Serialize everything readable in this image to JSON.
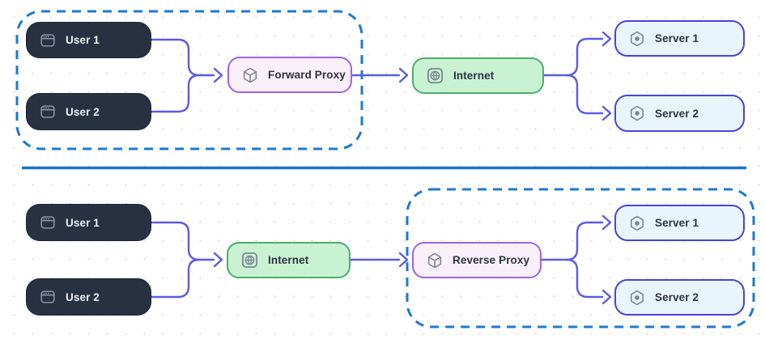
{
  "diagram": {
    "forward_proxy_flow": {
      "nodes": {
        "user1": "User 1",
        "user2": "User 2",
        "proxy": "Forward Proxy",
        "internet": "Internet",
        "server1": "Server 1",
        "server2": "Server 2"
      },
      "highlighted_group": "users-and-forward-proxy"
    },
    "reverse_proxy_flow": {
      "nodes": {
        "user1": "User 1",
        "user2": "User 2",
        "internet": "Internet",
        "proxy": "Reverse Proxy",
        "server1": "Server 1",
        "server2": "Server 2"
      },
      "highlighted_group": "reverse-proxy-and-servers"
    }
  },
  "icons": {
    "user": "browser-icon",
    "proxy": "cube-icon",
    "internet": "globe-icon",
    "server": "hexagon-server-icon"
  },
  "colors": {
    "group_outline_blue": "#1d79d2",
    "divider_blue": "#1e73c5",
    "connector_purple": "#5d5be6",
    "user_node_fill": "#273142",
    "user_node_text": "#eef1f5",
    "proxy_node_fill": "#faf0fa",
    "proxy_node_border": "#a163e2",
    "internet_node_fill": "#c9f2d2",
    "internet_node_border": "#4cae68",
    "server_node_fill": "#e9f5fc",
    "server_node_border": "#4744d9",
    "label_text": "#2b3342",
    "icon_gray": "#7d8694"
  }
}
